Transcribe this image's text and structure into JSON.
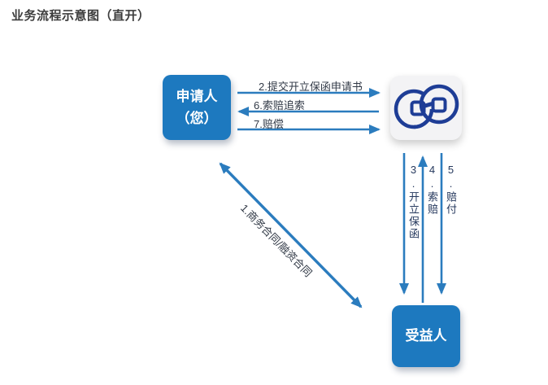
{
  "title": "业务流程示意图（直开）",
  "nodes": {
    "applicant": {
      "line1": "申请人",
      "line2": "（您）"
    },
    "bank": {
      "icon": "interlocked-rings-bank-logo"
    },
    "beneficiary": {
      "label": "受益人"
    }
  },
  "flows": {
    "contract": {
      "label": "1.商务合同/融资合同",
      "from": "applicant",
      "to": "beneficiary",
      "direction": "both"
    },
    "submit_application": {
      "label": "2.提交开立保函申请书",
      "from": "applicant",
      "to": "bank",
      "direction": "right"
    },
    "issue_guarantee": {
      "label": "3.开立保函",
      "from": "bank",
      "to": "beneficiary",
      "direction": "down"
    },
    "claim": {
      "label": "4.索赔",
      "from": "beneficiary",
      "to": "bank",
      "direction": "up"
    },
    "payout": {
      "label": "5.赔付",
      "from": "bank",
      "to": "beneficiary",
      "direction": "down"
    },
    "recourse": {
      "label": "6.索赔追索",
      "from": "bank",
      "to": "applicant",
      "direction": "left"
    },
    "compensation": {
      "label": "7.赔偿",
      "from": "applicant",
      "to": "bank",
      "direction": "right"
    }
  },
  "colors": {
    "node_blue": "#1d79bf",
    "arrow_blue": "#2b7cbe",
    "logo_navy": "#1e3d96",
    "label_text": "#323a47",
    "vertical_label_text": "#26395e",
    "title_text": "#3c3c3c",
    "bank_card_bg": "#f3f3f5"
  }
}
